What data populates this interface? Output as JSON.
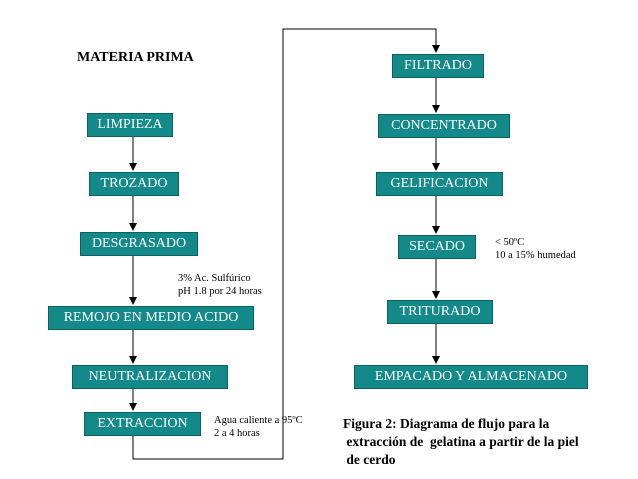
{
  "colors": {
    "box_fill": "#138989",
    "box_text": "#ffffff",
    "line": "#000000"
  },
  "start_label": "MATERIA PRIMA",
  "left_steps": [
    "LIMPIEZA",
    "TROZADO",
    "DESGRASADO",
    "REMOJO EN MEDIO ACIDO",
    "NEUTRALIZACION",
    "EXTRACCION"
  ],
  "right_steps": [
    "FILTRADO",
    "CONCENTRADO",
    "GELIFICACION",
    "SECADO",
    "TRITURADO",
    "EMPACADO Y ALMACENADO"
  ],
  "notes": {
    "acid_1": "3% Ac. Sulfúrico",
    "acid_2": "pH 1.8 por 24 horas",
    "water_1": "Agua caliente a 95ºC",
    "water_2": "2 a 4 horas",
    "drying_1": "< 50ºC",
    "drying_2": "10 a 15% humedad"
  },
  "caption": {
    "line1": "Figura 2: Diagrama de flujo para la",
    "line2": " extracción de  gelatina a partir de la piel",
    "line3": " de cerdo"
  }
}
